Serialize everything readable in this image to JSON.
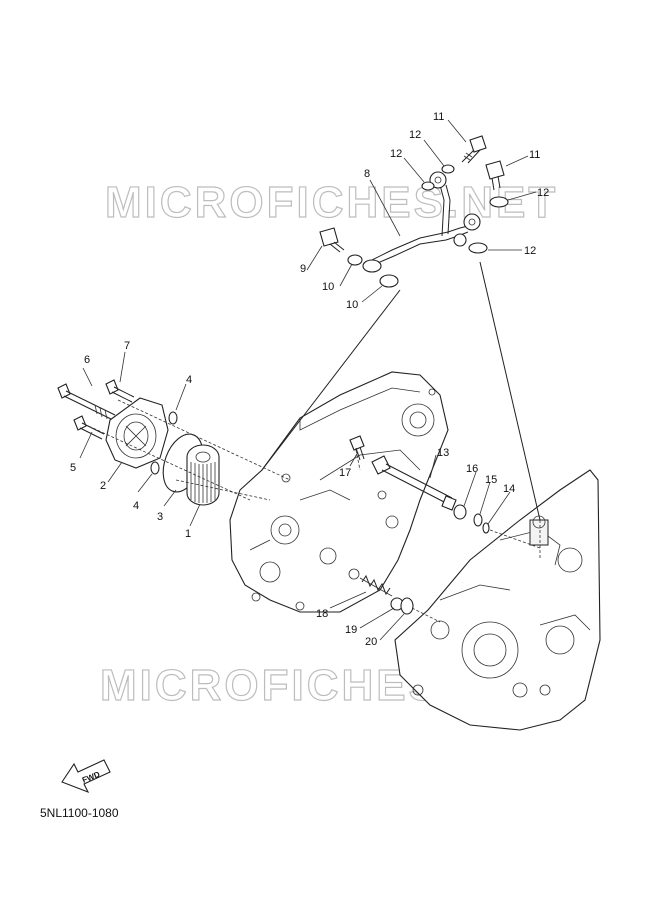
{
  "watermark": "MICROFICHES.NET",
  "diagram_code": "5NL1100-1080",
  "fwd_label": "FWD",
  "labels": {
    "l1": "1",
    "l2": "2",
    "l3": "3",
    "l4a": "4",
    "l4b": "4",
    "l5": "5",
    "l6": "6",
    "l7": "7",
    "l8": "8",
    "l9": "9",
    "l10a": "10",
    "l10b": "10",
    "l11a": "11",
    "l11b": "11",
    "l12a": "12",
    "l12b": "12",
    "l12c": "12",
    "l12d": "12",
    "l13": "13",
    "l14": "14",
    "l15": "15",
    "l16": "16",
    "l17": "17",
    "l18": "18",
    "l19": "19",
    "l20": "20"
  }
}
